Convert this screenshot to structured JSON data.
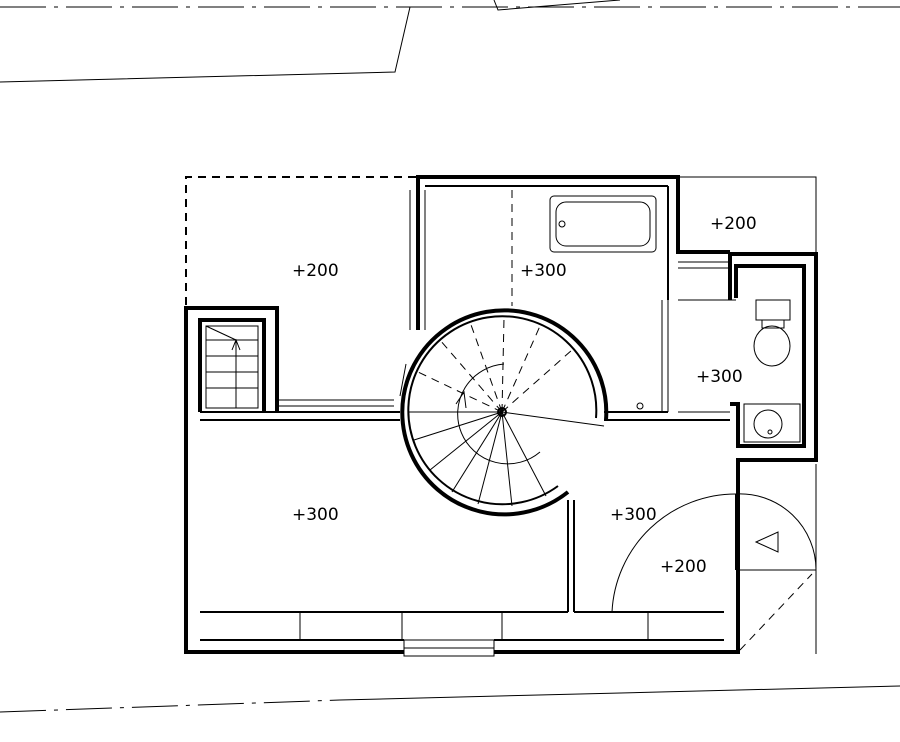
{
  "levels": {
    "terrace_top_left": "+200",
    "bath_room": "+300",
    "terrace_top_right": "+200",
    "wc_room": "+300",
    "living_room": "+300",
    "hall": "+300",
    "entrance_landing": "+200"
  }
}
